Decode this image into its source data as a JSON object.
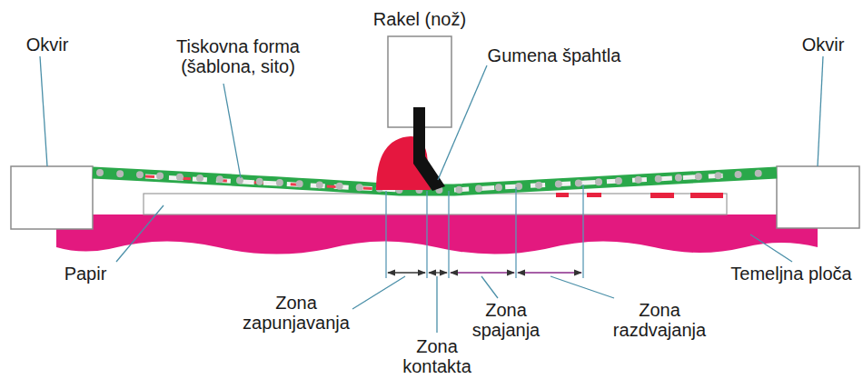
{
  "diagram": {
    "labels": [
      "Rakel (nož)",
      "Okvir",
      "Okvir",
      "Tiskovna forma (šablona, sito)",
      "Gumena špahtla",
      "Papir",
      "Temeljna ploča",
      "Zona zapunjavanja",
      "Zona kontakta",
      "Zona spajanja",
      "Zona razdvajanja"
    ]
  }
}
